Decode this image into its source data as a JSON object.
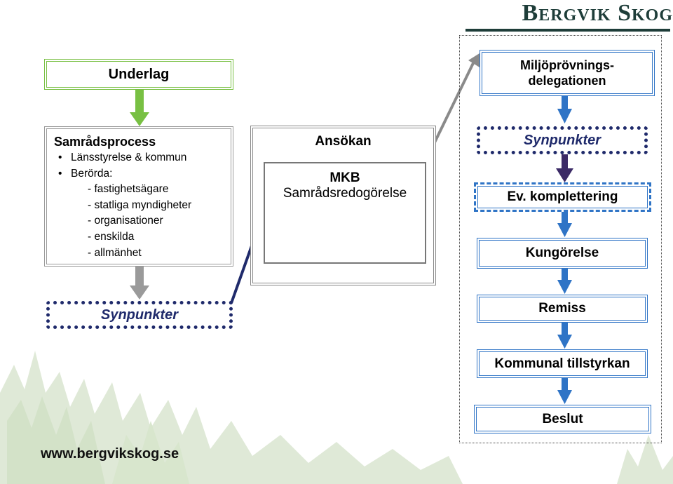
{
  "brand": {
    "name": "Bergvik Skog"
  },
  "left": {
    "underlag": "Underlag",
    "samradsprocess": {
      "title": "Samrådsprocess",
      "bullets": [
        "Länsstyrelse & kommun",
        "Berörda:"
      ],
      "subitems": [
        "- fastighetsägare",
        "- statliga myndigheter",
        "- organisationer",
        "- enskilda",
        "- allmänhet"
      ]
    },
    "synpunkter": "Synpunkter"
  },
  "middle": {
    "ansokan": "Ansökan",
    "mkb": "MKB",
    "samradsredogorelse": "Samrådsredogörelse"
  },
  "right": {
    "miljo_line1": "Miljöprövnings-",
    "miljo_line2": "delegationen",
    "synpunkter": "Synpunkter",
    "ev_komplettering": "Ev. komplettering",
    "kungorelse": "Kungörelse",
    "remiss": "Remiss",
    "kommunal": "Kommunal tillstyrkan",
    "beslut": "Beslut"
  },
  "footer": {
    "url": "www.bergvikskog.se"
  },
  "colors": {
    "green": "#78c043",
    "blue": "#2f74c6",
    "navy": "#1f2a6b",
    "gray": "#9a9a9a",
    "brand": "#1e3d39"
  }
}
